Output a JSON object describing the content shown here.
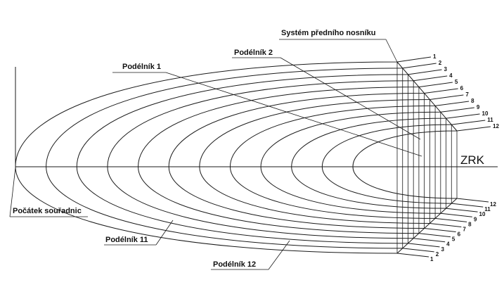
{
  "labels": {
    "system": "Systém předního nosníku",
    "podelnik1": "Podélník 1",
    "podelnik2": "Podélník 2",
    "podelnik11": "Podélník 11",
    "podelnik12": "Podélník 12",
    "origin": "Počátek souřadnic",
    "zrk": "ZRK"
  },
  "stringer_numbers": [
    "1",
    "2",
    "3",
    "4",
    "5",
    "6",
    "7",
    "8",
    "9",
    "10",
    "11",
    "12"
  ]
}
